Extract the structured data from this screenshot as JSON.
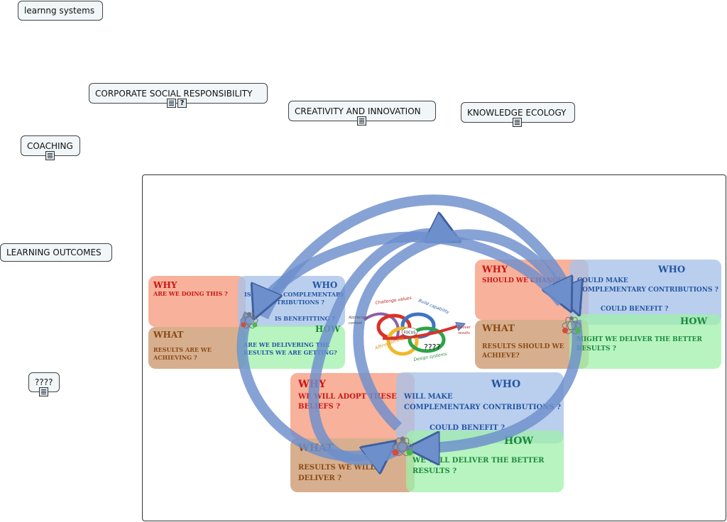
{
  "nodes": {
    "learning_systems": "learnng systems",
    "csr": "CORPORATE SOCIAL RESPONSIBILITY",
    "creativity": "CREATIVITY AND INNOVATION",
    "knowledge": "KNOWLEDGE ECOLOGY",
    "coaching": "COACHING",
    "learning_outcomes": "LEARNING OUTCOMES",
    "unknown": "????"
  },
  "icons": {
    "csr": [
      "note-icon",
      "question-icon"
    ],
    "creativity": [
      "note-icon"
    ],
    "knowledge": [
      "note-icon"
    ],
    "coaching": [
      "note-icon"
    ],
    "unknown": [
      "note-icon"
    ],
    "question_glyph": "?"
  },
  "diagram": {
    "left": {
      "why": "WHY",
      "why_q": "ARE WE DOING THIS ?",
      "who": "WHO",
      "who_q1": "IS MAKING COMPLEMENTARY",
      "who_q2": "CONTRIBUTIONS ?",
      "who_q3": "IS BENEFITTING ?",
      "what": "WHAT",
      "what_q1": "RESULTS ARE WE",
      "what_q2": "ACHIEVING ?",
      "how": "HOW",
      "how_q1": "ARE WE DELIVERING THE",
      "how_q2": "RESULTS WE ARE GETTING?"
    },
    "right": {
      "why": "WHY",
      "why_q": "SHOULD WE CHANGE?",
      "who": "WHO",
      "who_q1": "COULD MAKE",
      "who_q2": "COMPLEMENTARY CONTRIBUTIONS ?",
      "who_q3": "COULD BENEFIT ?",
      "what": "WHAT",
      "what_q1": "RESULTS SHOULD WE",
      "what_q2": "ACHIEVE?",
      "how": "HOW",
      "how_q1": "MIGHT WE DELIVER THE BETTER",
      "how_q2": "RESULTS ?"
    },
    "bottom": {
      "why": "WHY",
      "why_q1": "WE WILL ADOPT THESE",
      "why_q2": "BELIEFS ?",
      "who": "WHO",
      "who_q1": "WILL MAKE",
      "who_q2": "COMPLEMENTARY CONTRIBUTIONS ?",
      "who_q3": "COULD BENEFIT ?",
      "what": "WHAT",
      "what_q1": "RESULTS WE WILL",
      "what_q2": "DELIVER ?",
      "how": "HOW",
      "how_q1": "WE WILL DELIVER THE BETTER",
      "how_q2": "RESULTS ?"
    },
    "center": {
      "challenge": "Challenge values",
      "build": "Build capability",
      "appreciate_1": "Appreciate",
      "appreciate_2": "context",
      "deliver_1": "Deliver",
      "deliver_2": "results",
      "affirm": "Affirm identity",
      "design": "Design systems",
      "focus": "FOCUS",
      "unknown": "????"
    }
  },
  "colors": {
    "why": "#f7a98f",
    "who": "#a9c3e8",
    "what": "#c9946a",
    "how": "#9ff0aa",
    "arrow": "#6d8fcc"
  }
}
